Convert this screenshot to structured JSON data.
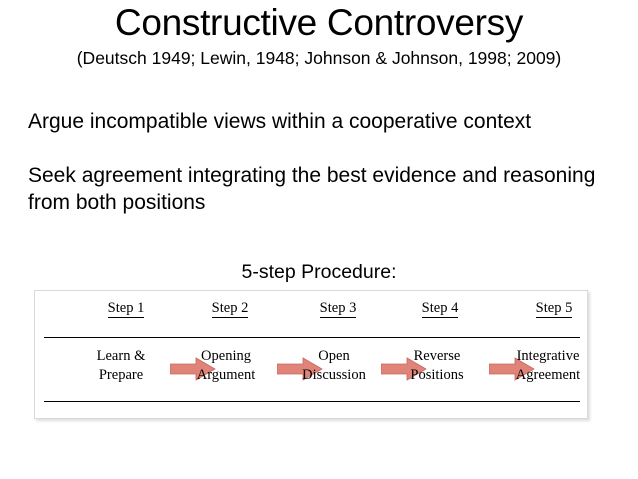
{
  "slide": {
    "title": "Constructive Controversy",
    "subtitle": "(Deutsch 1949; Lewin, 1948; Johnson & Johnson, 1998; 2009)",
    "body": [
      "Argue incompatible views within a cooperative context",
      "Seek agreement integrating the best evidence and reasoning from both positions"
    ],
    "procedure_heading": "5-step Procedure:"
  },
  "diagram": {
    "arrow_color": "#E08379",
    "arrow_border_color": "#C4695F",
    "box_border_color": "#D9D9D9",
    "rule_color": "#000000",
    "steps": [
      {
        "header": "Step 1",
        "label": "Learn &\nPrepare",
        "label_line1": "Learn &",
        "label_line2": "Prepare"
      },
      {
        "header": "Step 2",
        "label": "Opening\nArgument",
        "label_line1": "Opening",
        "label_line2": "Argument"
      },
      {
        "header": "Step 3",
        "label": "Open\nDiscussion",
        "label_line1": "Open",
        "label_line2": "Discussion"
      },
      {
        "header": "Step 4",
        "label": "Reverse\nPositions",
        "label_line1": "Reverse",
        "label_line2": "Positions"
      },
      {
        "header": "Step 5",
        "label": "Integrative\nAgreement",
        "label_line1": "Integrative",
        "label_line2": "Agreement"
      }
    ],
    "arrows": [
      {
        "name": "arrow-step1-to-step2"
      },
      {
        "name": "arrow-step2-to-step3"
      },
      {
        "name": "arrow-step3-to-step4"
      },
      {
        "name": "arrow-step4-to-step5"
      }
    ]
  }
}
